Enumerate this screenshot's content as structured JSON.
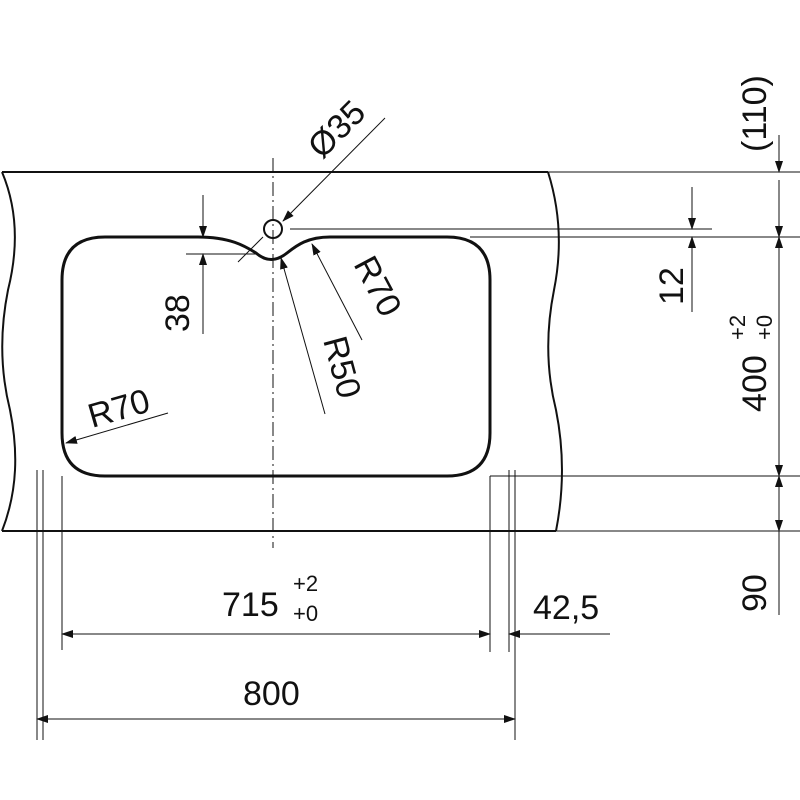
{
  "drawing": {
    "line_color": "#111111",
    "background": "#ffffff"
  },
  "labels": {
    "tap_hole": "Ø35",
    "edge_radius": "R70",
    "notch_radius_outer": "R70",
    "notch_radius_inner": "R50",
    "notch_depth": "38",
    "width_cutout": "715",
    "width_cutout_tol_plus": "+2",
    "width_cutout_tol_minus": "+0",
    "width_total": "800",
    "right_margin": "42,5",
    "top_margin": "(110)",
    "notch_offset": "12",
    "depth_cutout": "400",
    "depth_cutout_tol_plus": "+2",
    "depth_cutout_tol_minus": "+0",
    "bottom_margin": "90"
  }
}
